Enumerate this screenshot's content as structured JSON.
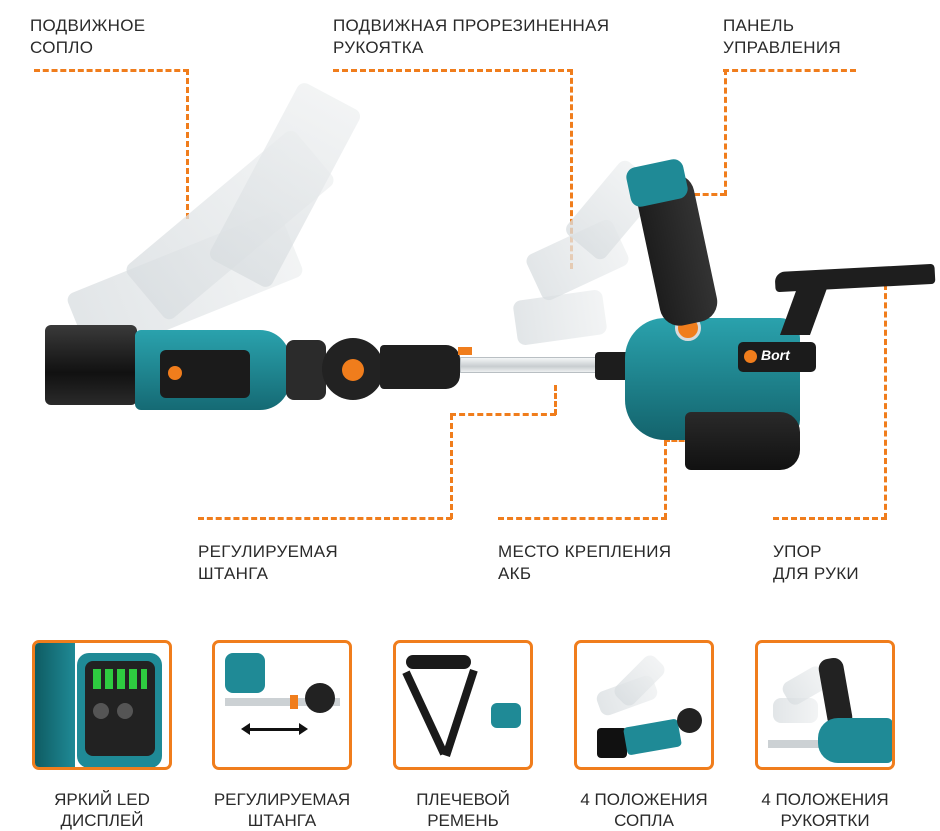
{
  "callouts": {
    "nozzle": [
      "ПОДВИЖНОЕ",
      "СОПЛО"
    ],
    "handle": [
      "ПОДВИЖНАЯ ПРОРЕЗИНЕННАЯ",
      "РУКОЯТКА"
    ],
    "panel": [
      "ПАНЕЛЬ",
      "УПРАВЛЕНИЯ"
    ],
    "shaft": [
      "РЕГУЛИРУЕМАЯ",
      "ШТАНГА"
    ],
    "battery": [
      "МЕСТО КРЕПЛЕНИЯ",
      "АКБ"
    ],
    "armrest": [
      "УПОР",
      "ДЛЯ РУКИ"
    ]
  },
  "brand": "Bort",
  "features": [
    {
      "line1": "ЯРКИЙ LED",
      "line2": "ДИСПЛЕЙ"
    },
    {
      "line1": "РЕГУЛИРУЕМАЯ",
      "line2": "ШТАНГА"
    },
    {
      "line1": "ПЛЕЧЕВОЙ",
      "line2": "РЕМЕНЬ"
    },
    {
      "line1": "4 ПОЛОЖЕНИЯ",
      "line2": "СОПЛА"
    },
    {
      "line1": "4 ПОЛОЖЕНИЯ",
      "line2": "РУКОЯТКИ"
    }
  ],
  "colors": {
    "accent": "#f07d1c",
    "body": "#1f8a96",
    "dark": "#1d1d1d"
  }
}
